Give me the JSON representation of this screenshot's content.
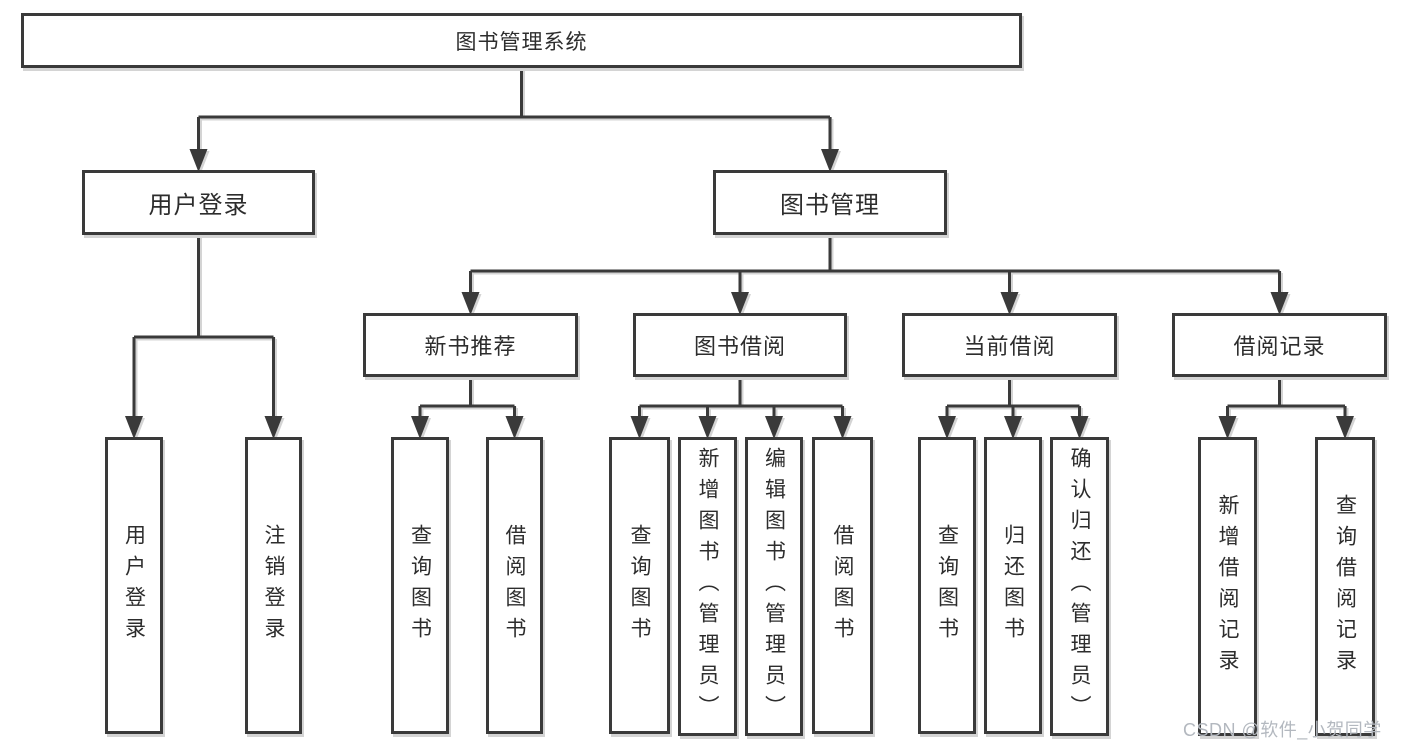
{
  "diagram": {
    "title": "图书管理系统",
    "nodes": [
      {
        "id": "root",
        "label": "图书管理系统",
        "parent": null,
        "orientation": "horizontal"
      },
      {
        "id": "user-login",
        "label": "用户登录",
        "parent": "root",
        "orientation": "horizontal"
      },
      {
        "id": "book-mgmt",
        "label": "图书管理",
        "parent": "root",
        "orientation": "horizontal"
      },
      {
        "id": "login-action",
        "label": "用户登录",
        "parent": "user-login",
        "orientation": "vertical"
      },
      {
        "id": "logout-action",
        "label": "注销登录",
        "parent": "user-login",
        "orientation": "vertical"
      },
      {
        "id": "new-book-rec",
        "label": "新书推荐",
        "parent": "book-mgmt",
        "orientation": "horizontal"
      },
      {
        "id": "book-borrow",
        "label": "图书借阅",
        "parent": "book-mgmt",
        "orientation": "horizontal"
      },
      {
        "id": "current-borrow",
        "label": "当前借阅",
        "parent": "book-mgmt",
        "orientation": "horizontal"
      },
      {
        "id": "borrow-record",
        "label": "借阅记录",
        "parent": "book-mgmt",
        "orientation": "horizontal"
      },
      {
        "id": "query-book-new",
        "label": "查询图书",
        "parent": "new-book-rec",
        "orientation": "vertical"
      },
      {
        "id": "borrow-book-new",
        "label": "借阅图书",
        "parent": "new-book-rec",
        "orientation": "vertical"
      },
      {
        "id": "query-book-borrow",
        "label": "查询图书",
        "parent": "book-borrow",
        "orientation": "vertical"
      },
      {
        "id": "add-book-admin",
        "label": "新增图书（管理员）",
        "parent": "book-borrow",
        "orientation": "vertical"
      },
      {
        "id": "edit-book-admin",
        "label": "编辑图书（管理员）",
        "parent": "book-borrow",
        "orientation": "vertical"
      },
      {
        "id": "borrow-book-borrow",
        "label": "借阅图书",
        "parent": "book-borrow",
        "orientation": "vertical"
      },
      {
        "id": "query-book-current",
        "label": "查询图书",
        "parent": "current-borrow",
        "orientation": "vertical"
      },
      {
        "id": "return-book",
        "label": "归还图书",
        "parent": "current-borrow",
        "orientation": "vertical"
      },
      {
        "id": "confirm-return-admin",
        "label": "确认归还（管理员）",
        "parent": "current-borrow",
        "orientation": "vertical"
      },
      {
        "id": "add-borrow-record",
        "label": "新增借阅记录",
        "parent": "borrow-record",
        "orientation": "vertical"
      },
      {
        "id": "query-borrow-record",
        "label": "查询借阅记录",
        "parent": "borrow-record",
        "orientation": "vertical"
      }
    ]
  },
  "watermark": {
    "text": "CSDN @软件_小贺同学"
  },
  "colors": {
    "line": "#3a3a3a",
    "line_shadow": "#d4d4d4",
    "text": "#2d2d2d",
    "box_background": "#ffffff",
    "watermark": "#b3b8bf"
  }
}
